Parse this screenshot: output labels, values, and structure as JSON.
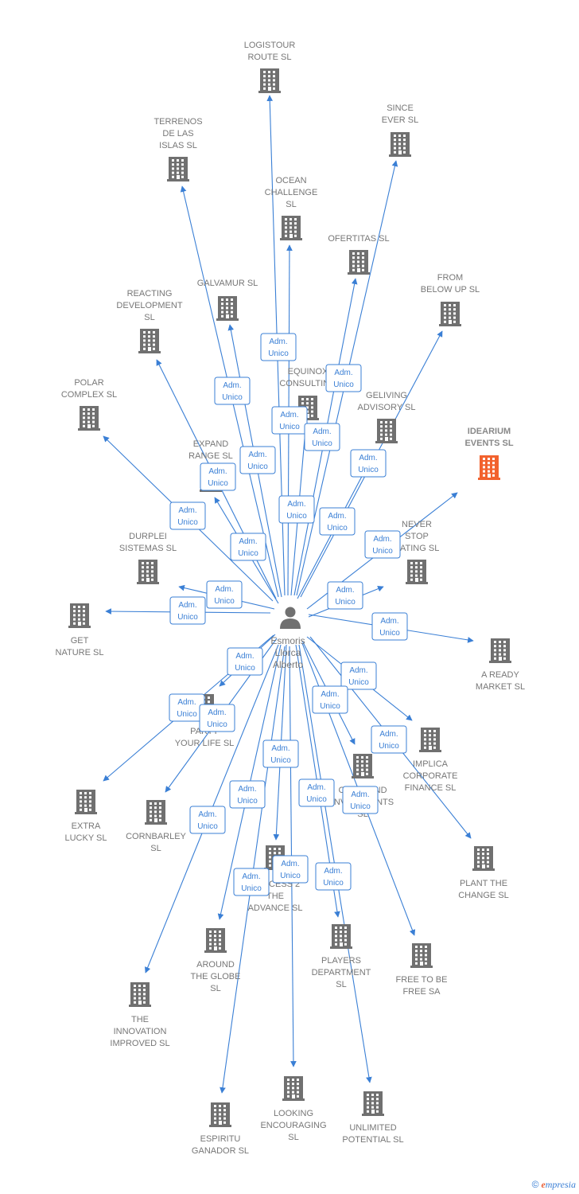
{
  "center": {
    "label": [
      "Esmoris",
      "Llorca",
      "Alberto"
    ]
  },
  "relation_label": [
    "Adm.",
    "Unico"
  ],
  "colors": {
    "edge": "#3a7fd5",
    "building": "#707070",
    "highlight": "#f2622e"
  },
  "nodes": [
    {
      "id": "logistour",
      "label": [
        "LOGISTOUR",
        "ROUTE  SL"
      ],
      "highlight": false
    },
    {
      "id": "since",
      "label": [
        "SINCE",
        "EVER  SL"
      ],
      "highlight": false
    },
    {
      "id": "terrenos",
      "label": [
        "TERRENOS",
        "DE LAS",
        "ISLAS  SL"
      ],
      "highlight": false
    },
    {
      "id": "ocean",
      "label": [
        "OCEAN",
        "CHALLENGE",
        "SL"
      ],
      "highlight": false
    },
    {
      "id": "ofertitas",
      "label": [
        "OFERTITAS  SL"
      ],
      "highlight": false
    },
    {
      "id": "frombelow",
      "label": [
        "FROM",
        "BELOW UP  SL"
      ],
      "highlight": false
    },
    {
      "id": "reacting",
      "label": [
        "REACTING",
        "DEVELOPMENT",
        "SL"
      ],
      "highlight": false
    },
    {
      "id": "galvamur",
      "label": [
        "GALVAMUR  SL"
      ],
      "highlight": false
    },
    {
      "id": "equinox",
      "label": [
        "EQUINOX",
        "CONSULTING"
      ],
      "highlight": false
    },
    {
      "id": "geliving",
      "label": [
        "GELIVING",
        "ADVISORY  SL"
      ],
      "highlight": false
    },
    {
      "id": "polar",
      "label": [
        "POLAR",
        "COMPLEX  SL"
      ],
      "highlight": false
    },
    {
      "id": "idearium",
      "label": [
        "IDEARIUM",
        "EVENTS  SL"
      ],
      "highlight": true
    },
    {
      "id": "expand",
      "label": [
        "EXPAND",
        "RANGE  SL"
      ],
      "highlight": false
    },
    {
      "id": "neverstop",
      "label": [
        "NEVER",
        "STOP",
        "EATING  SL"
      ],
      "highlight": false
    },
    {
      "id": "durplei",
      "label": [
        "DURPLEI",
        "SISTEMAS  SL"
      ],
      "highlight": false
    },
    {
      "id": "getnature",
      "label": [
        "GET",
        "NATURE  SL"
      ],
      "highlight": false
    },
    {
      "id": "aready",
      "label": [
        "A READY",
        "MARKET  SL"
      ],
      "highlight": false
    },
    {
      "id": "party",
      "label": [
        "PARTY",
        "YOUR LIFE  SL"
      ],
      "highlight": false
    },
    {
      "id": "implica",
      "label": [
        "IMPLICA",
        "CORPORATE",
        "FINANCE  SL"
      ],
      "highlight": false
    },
    {
      "id": "coneland",
      "label": [
        "CONELAND",
        "INVESTMENTS",
        "SL"
      ],
      "highlight": false
    },
    {
      "id": "extralucky",
      "label": [
        "EXTRA",
        "LUCKY  SL"
      ],
      "highlight": false
    },
    {
      "id": "cornbarley",
      "label": [
        "CORNBARLEY",
        "SL"
      ],
      "highlight": false
    },
    {
      "id": "plantthe",
      "label": [
        "PLANT THE",
        "CHANGE  SL"
      ],
      "highlight": false
    },
    {
      "id": "success",
      "label": [
        "SUCCESS 2",
        "THE",
        "ADVANCE  SL"
      ],
      "highlight": false
    },
    {
      "id": "around",
      "label": [
        "AROUND",
        "THE GLOBE",
        "SL"
      ],
      "highlight": false
    },
    {
      "id": "players",
      "label": [
        "PLAYERS",
        "DEPARTMENT",
        "SL"
      ],
      "highlight": false
    },
    {
      "id": "freetobe",
      "label": [
        "FREE TO BE",
        "FREE SA"
      ],
      "highlight": false
    },
    {
      "id": "innovation",
      "label": [
        "THE",
        "INNOVATION",
        "IMPROVED  SL"
      ],
      "highlight": false
    },
    {
      "id": "looking",
      "label": [
        "LOOKING",
        "ENCOURAGING",
        "SL"
      ],
      "highlight": false
    },
    {
      "id": "espiritu",
      "label": [
        "ESPIRITU",
        "GANADOR SL"
      ],
      "highlight": false
    },
    {
      "id": "unlimited",
      "label": [
        "UNLIMITED",
        "POTENTIAL  SL"
      ],
      "highlight": false
    }
  ],
  "brand": {
    "copyright": "©",
    "initial": "e",
    "rest": "mpresia"
  }
}
